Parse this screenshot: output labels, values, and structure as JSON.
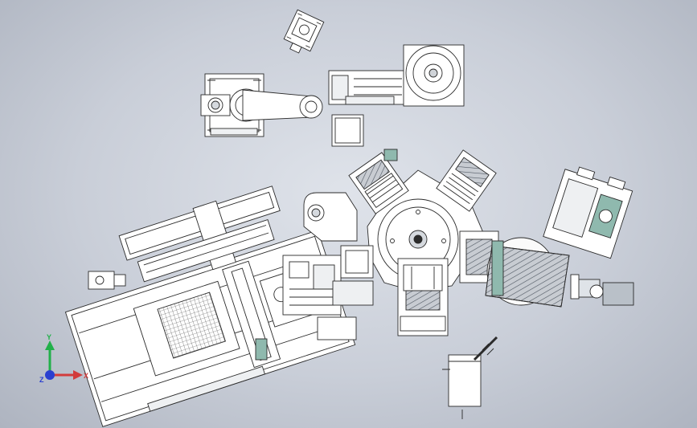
{
  "triad": {
    "x_label": "X",
    "y_label": "Y",
    "z_label": "Z",
    "x_color": "#d23c3c",
    "y_color": "#22b04a",
    "z_color": "#2a3fd0"
  },
  "colors": {
    "background": "#c9ced8",
    "part_fill": "#ffffff",
    "part_stroke": "#2b2b2b",
    "shade": "#8f9aa6",
    "accent_teal": "#7fb7aa"
  }
}
